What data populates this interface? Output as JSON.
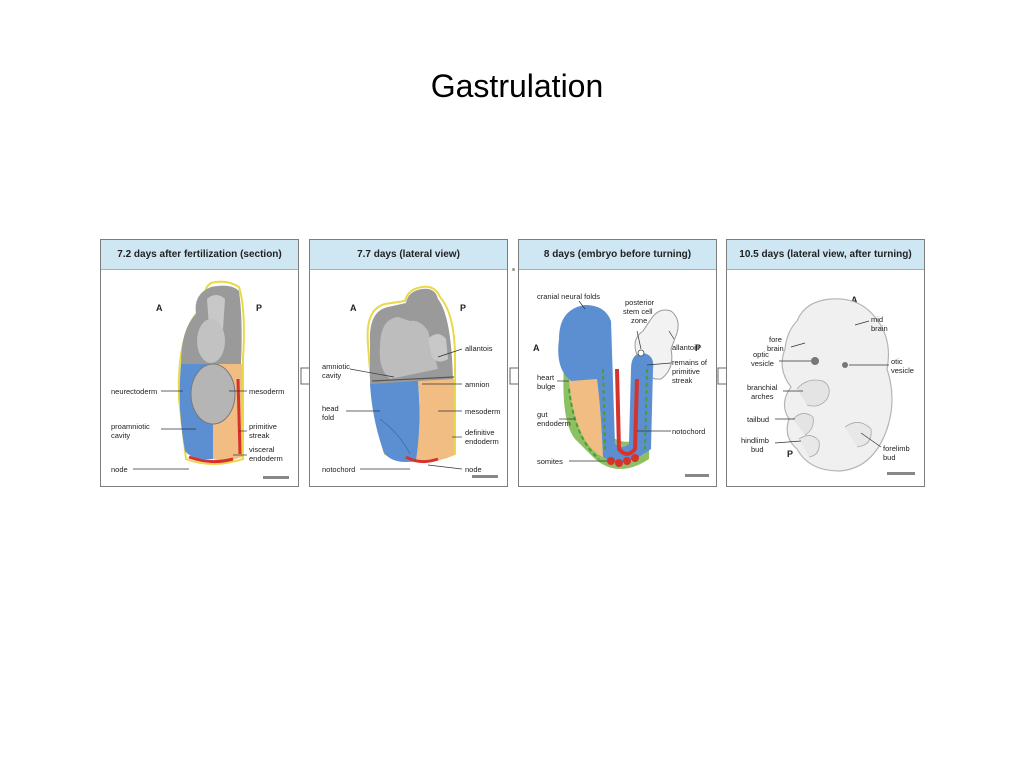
{
  "title": "Gastrulation",
  "panels": [
    {
      "header": "7.2 days after fertilization (section)",
      "anterior": "A",
      "posterior": "P",
      "labels": {
        "neurectoderm": "neurectoderm",
        "mesoderm": "mesoderm",
        "proamniotic": "proamniotic",
        "cavity": "cavity",
        "primitive": "primitive",
        "streak": "streak",
        "visceral": "visceral",
        "endoderm": "endoderm",
        "node": "node"
      }
    },
    {
      "header": "7.7 days (lateral view)",
      "anterior": "A",
      "posterior": "P",
      "labels": {
        "allantois": "allantois",
        "amniotic": "amniotic",
        "cavity": "cavity",
        "amnion": "amnion",
        "head": "head",
        "fold": "fold",
        "mesoderm": "mesoderm",
        "definitive": "definitive",
        "endoderm": "endoderm",
        "notochord": "notochord",
        "node": "node"
      }
    },
    {
      "header": "8 days  (embryo before turning)",
      "anterior": "A",
      "posterior": "P",
      "labels": {
        "cranial_neural_folds": "cranial neural folds",
        "posterior": "posterior",
        "stem_cell": "stem cell",
        "zone": "zone",
        "allantois": "allantois",
        "remains_of": "remains of",
        "primitive": "primitive",
        "streak": "streak",
        "heart": "heart",
        "bulge": "bulge",
        "gut": "gut",
        "endoderm": "endoderm",
        "notochord": "notochord",
        "somites": "somites"
      }
    },
    {
      "header": "10.5 days (lateral view, after turning)",
      "anterior": "A",
      "posterior": "P",
      "labels": {
        "fore": "fore",
        "brain_fore": "brain",
        "mid": "mid",
        "brain_mid": "brain",
        "optic": "optic",
        "vesicle_optic": "vesicle",
        "otic": "otic",
        "vesicle_otic": "vesicle",
        "branchial": "branchial",
        "arches": "arches",
        "tailbud": "tailbud",
        "hindlimb": "hindlimb",
        "bud_hind": "bud",
        "forelimb": "forelimb",
        "bud_fore": "bud"
      }
    }
  ],
  "colors": {
    "header_bg": "#cfe6f3",
    "ectoderm_blue": "#5b8fd1",
    "mesoderm_orange": "#f2bd82",
    "endoderm_green": "#8cc063",
    "notochord_red": "#d7332d",
    "tissue_gray": "#9a9a9a",
    "cavity_gray": "#c8c8c8",
    "yellow_outline": "#e9d94a"
  },
  "icons": [
    "arrow-right-icon"
  ]
}
